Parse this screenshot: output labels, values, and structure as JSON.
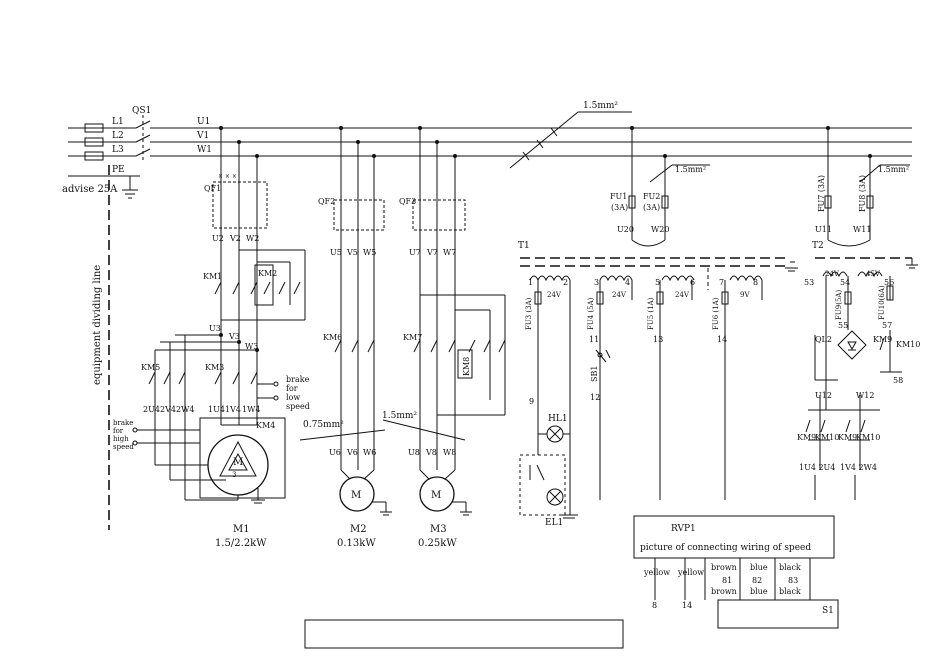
{
  "labels": {
    "qs1": "QS1",
    "l1": "L1",
    "l2": "L2",
    "l3": "L3",
    "pe": "PE",
    "u1": "U1",
    "v1": "V1",
    "w1": "W1",
    "advise": "advise 25A",
    "wire_main": "1.5mm²",
    "wire_fu12": "1.5mm²",
    "wire_fu78": "1.5mm²",
    "wire_m2": "0.75mm²",
    "wire_m3": "1.5mm²",
    "equipment_line": "equipment dividing line",
    "qf1": "QF1",
    "qf2": "QF2",
    "qf3": "QF3",
    "u2": "U2",
    "v2": "V2",
    "w2": "W2",
    "u5": "U5",
    "v5": "V5",
    "w5": "W5",
    "u7": "U7",
    "v7": "V7",
    "w7": "W7",
    "km1": "KM1",
    "km2": "KM2",
    "km3": "KM3",
    "km4": "KM4",
    "km5": "KM5",
    "km6": "KM6",
    "km7": "KM7",
    "km8": "KM8",
    "u3": "U3",
    "v3": "V3",
    "w3": "W3",
    "u4_1": "1U4",
    "v4_1": "1V4",
    "w4_1": "1W4",
    "u4_2": "2U4",
    "v4_2": "2V4",
    "w4_2": "2W4",
    "brake_low": [
      "brake",
      "for",
      "low",
      "speed"
    ],
    "brake_high": [
      "brake",
      "for",
      "high",
      "speed"
    ],
    "motor_m": "M",
    "motor_3": "3",
    "m1": "M1",
    "m1_power": "1.5/2.2kW",
    "m2": "M2",
    "m2_power": "0.13kW",
    "m3": "M3",
    "m3_power": "0.25kW",
    "u6": "U6",
    "v6": "V6",
    "w6": "W6",
    "u8": "U8",
    "v8": "V8",
    "w8": "W8",
    "fu1": "FU1",
    "fu1_a": "(3A)",
    "fu2": "FU2",
    "fu2_a": "(3A)",
    "u20": "U20",
    "w20": "W20",
    "fu7": "FU7 (3A)",
    "fu8": "FU8 (3A)",
    "u11": "U11",
    "w11": "W11",
    "t1": "T1",
    "t2": "T2",
    "n1": "1",
    "n2": "2",
    "n3": "3",
    "n4": "4",
    "n5": "5",
    "n6": "6",
    "n7": "7",
    "n8": "8",
    "v24a": "24V",
    "v24b": "24V",
    "v24c": "24V",
    "v9": "9V",
    "fu3": "FU3 (3A)",
    "fu4": "FU4 (5A)",
    "fu5": "FU5 (1A)",
    "fu6": "FU6 (1A)",
    "n11": "11",
    "n13": "13",
    "n14": "14",
    "n9": "9",
    "n12": "12",
    "sb1": "SB1",
    "hl1": "HL1",
    "el1": "EL1",
    "n53": "53",
    "n54": "54",
    "n56": "56",
    "n55": "55",
    "n57": "57",
    "n58": "58",
    "v24d": "24V",
    "v45": "45V",
    "fu9": "FU9(5A)",
    "fu10": "FU10(6A)",
    "ql2": "QL2",
    "km9_top": "KM9",
    "km10_top": "KM10",
    "u12": "U12",
    "w12": "W12",
    "km9_a": "KM9",
    "km10_a": "KM10",
    "km9_b": "KM9",
    "km10_b": "KM10",
    "out_u4": "1U4 2U4",
    "out_w4": "1V4 2W4",
    "rvp1": "RVP1",
    "rvp1_caption": "picture  of connecting wiring of  speed",
    "yellow1": "yellow",
    "yellow2": "yellow",
    "brown_top": "brown",
    "blue_top": "blue",
    "black_top": "black",
    "n81": "81",
    "n82": "82",
    "n83": "83",
    "brown_bot": "brown",
    "blue_bot": "blue",
    "black_bot": "black",
    "n8b": "8",
    "n14b": "14",
    "s1": "S1"
  }
}
